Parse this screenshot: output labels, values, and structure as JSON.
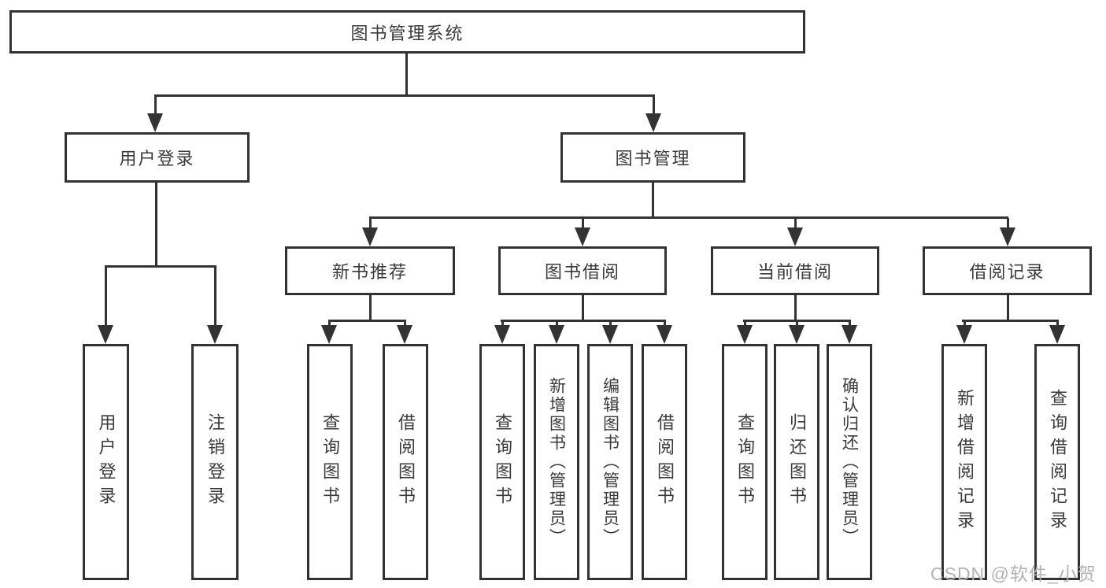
{
  "diagram": {
    "root": {
      "label": "图书管理系统"
    },
    "level2": [
      {
        "label": "用户登录"
      },
      {
        "label": "图书管理"
      }
    ],
    "level3": [
      {
        "label": "新书推荐"
      },
      {
        "label": "图书借阅"
      },
      {
        "label": "当前借阅"
      },
      {
        "label": "借阅记录"
      }
    ],
    "leaves": {
      "user_login": [
        {
          "label": "用户登录"
        },
        {
          "label": "注销登录"
        }
      ],
      "new_books": [
        {
          "label": "查询图书"
        },
        {
          "label": "借阅图书"
        }
      ],
      "book_borrowing": [
        {
          "label": "查询图书"
        },
        {
          "label": "新增图书（管理员）"
        },
        {
          "label": "编辑图书（管理员）"
        },
        {
          "label": "借阅图书"
        }
      ],
      "current_borrowing": [
        {
          "label": "查询图书"
        },
        {
          "label": "归还图书"
        },
        {
          "label": "确认归还（管理员）"
        }
      ],
      "borrow_records": [
        {
          "label": "新增借阅记录"
        },
        {
          "label": "查询借阅记录"
        }
      ]
    },
    "watermark": "CSDN @软件_小贺同学",
    "colors": {
      "line": "#333333",
      "text": "#3a3a3a",
      "watermark": "#b3b3b3",
      "background": "#ffffff"
    }
  }
}
